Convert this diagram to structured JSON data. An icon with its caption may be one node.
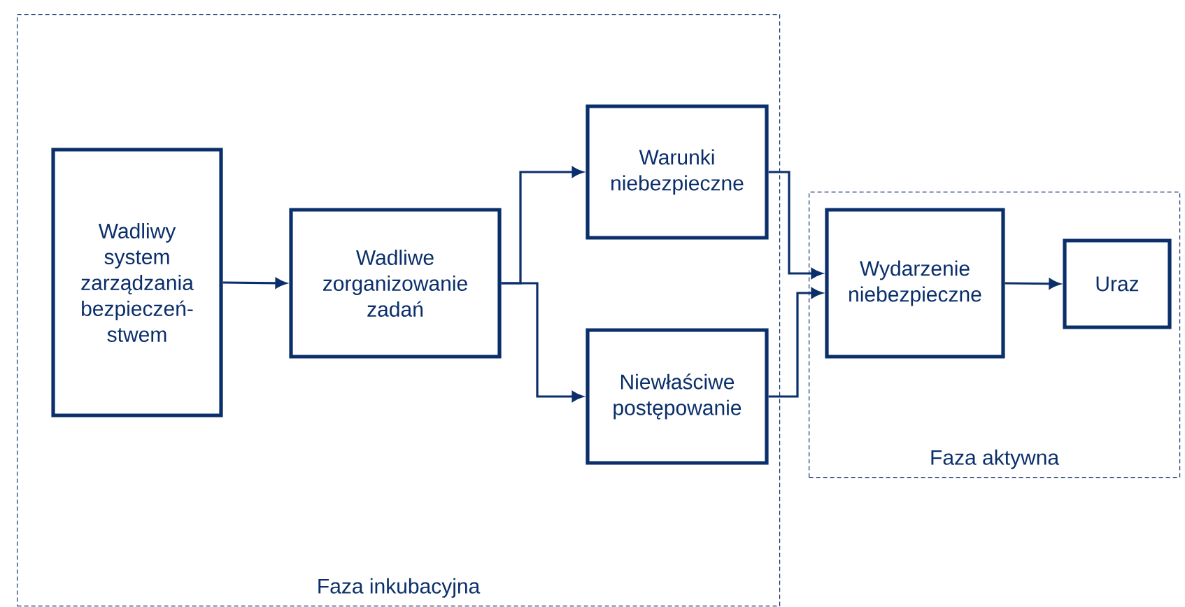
{
  "diagram": {
    "nodes": [
      {
        "text": [
          "Faza inkubacyjna"
        ]
      },
      {
        "text": [
          "Wadliwy system zarządzania bezpieczeń-stwem"
        ],
        "in": 0
      },
      {
        "text": [
          "Wadliwe zorganizowanie zadań"
        ],
        "in": 0
      },
      {
        "text": [
          "Warunki niebezpieczne"
        ],
        "in": 0
      },
      {
        "text": [
          "Niewłaściwe postępowanie"
        ],
        "in": 0
      },
      {
        "text": [
          "Faza aktywna"
        ]
      },
      {
        "text": [
          "Wydarzenie niebezpieczne"
        ],
        "in": 5
      },
      {
        "text": [
          "Uraz"
        ],
        "in": 5
      }
    ],
    "edges": [
      {
        "from": 1,
        "to": 2,
        "arrow": "to"
      },
      {
        "from": 2,
        "to": 3,
        "arrow": "to"
      },
      {
        "from": 2,
        "to": 4,
        "arrow": "to"
      },
      {
        "from": 3,
        "to": 6,
        "arrow": "to"
      },
      {
        "from": 4,
        "to": 6,
        "arrow": "to"
      },
      {
        "from": 6,
        "to": 7,
        "arrow": "to"
      }
    ]
  }
}
